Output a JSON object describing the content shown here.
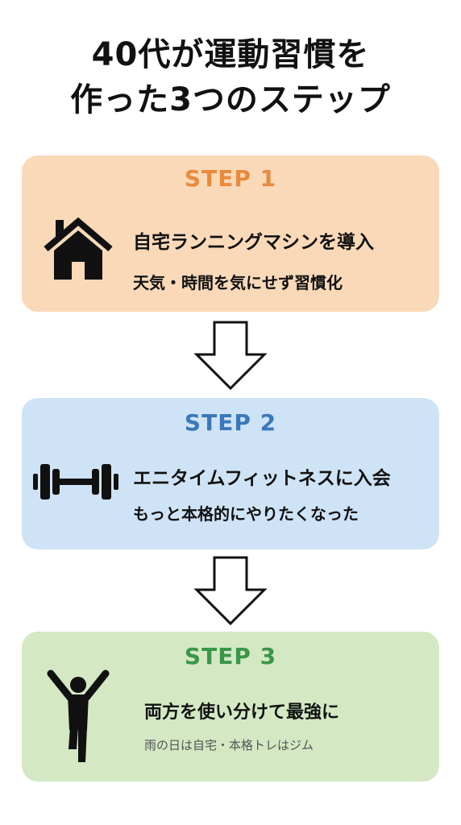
{
  "title": {
    "line1": "40代が運動習慣を",
    "line2": "作った3つのステップ"
  },
  "steps": [
    {
      "label": "STEP 1",
      "icon": "house-icon",
      "main": "自宅ランニングマシンを導入",
      "sub": "天気・時間を気にせず習慣化",
      "color": "#ea8a3c",
      "background": "#f9d9b8"
    },
    {
      "label": "STEP 2",
      "icon": "dumbbell-icon",
      "main": "エニタイムフィットネスに入会",
      "sub": "もっと本格的にやりたくなった",
      "color": "#3b78b8",
      "background": "#cfe3f6"
    },
    {
      "label": "STEP 3",
      "icon": "person-raising-arms-icon",
      "main": "両方を使い分けて最強に",
      "sub": "雨の日は自宅・本格トレはジム",
      "color": "#3a9648",
      "background": "#d3e8c3"
    }
  ],
  "arrows": [
    "down-arrow-icon",
    "down-arrow-icon"
  ]
}
